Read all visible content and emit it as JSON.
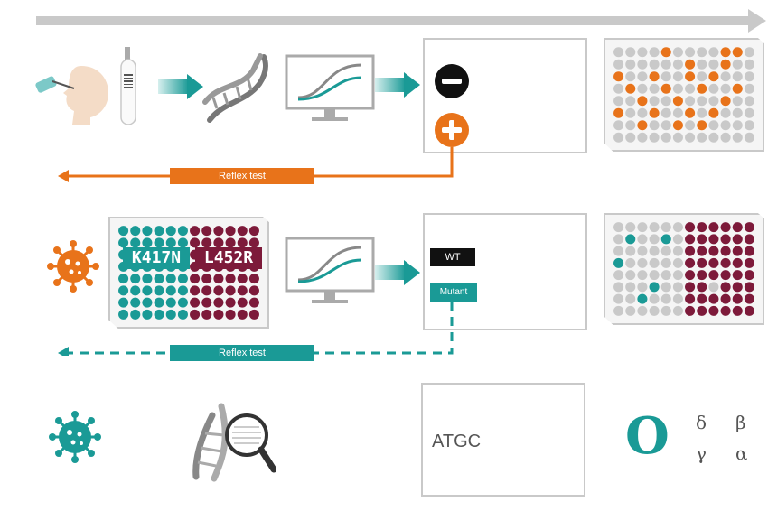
{
  "colors": {
    "orange": "#e8731a",
    "teal": "#1a9a96",
    "maroon": "#7d1a3a",
    "grey": "#c9c9c9",
    "dark": "#111111"
  },
  "row1": {
    "reflex_label": "Reflex test",
    "result_negative": "negative-icon",
    "result_positive": "positive-icon"
  },
  "row2": {
    "mutation_left": "K417N",
    "mutation_right": "L452R",
    "tag_wt": "WT",
    "tag_mutant": "Mutant",
    "reflex_label": "Reflex test"
  },
  "row3": {
    "sequence_label": "ATGC",
    "variant_letter": "O",
    "greek_delta": "δ",
    "greek_beta": "β",
    "greek_gamma": "γ",
    "greek_alpha": "α"
  }
}
